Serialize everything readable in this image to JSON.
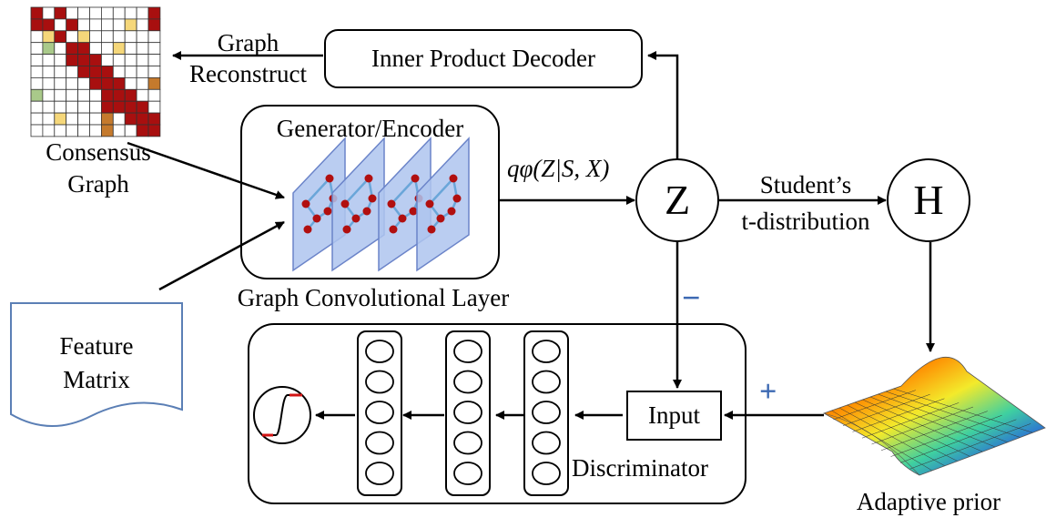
{
  "graph_reconstruct": {
    "line1": "Graph",
    "line2": "Reconstruct"
  },
  "decoder": {
    "label": "Inner Product Decoder"
  },
  "consensus": {
    "line1": "Consensus",
    "line2": "Graph"
  },
  "generator": {
    "label": "Generator/Encoder"
  },
  "gcl": {
    "label": "Graph Convolutional Layer"
  },
  "feature": {
    "line1": "Feature",
    "line2": "Matrix"
  },
  "q_label": "qφ(Z|S, X)",
  "z_node": "Z",
  "h_node": "H",
  "student": {
    "line1": "Student’s",
    "line2": "t-distribution"
  },
  "minus_sign": "−",
  "plus_sign": "+",
  "input_box": "Input",
  "discriminator": "Discriminator",
  "adaptive_prior": "Adaptive prior",
  "colors": {
    "blue_sign": "#3d6ab3",
    "node_red": "#b10f0f",
    "edge_blue": "#6aa6d9",
    "plane_fill": "#aec4ee",
    "matrix_red": "#a80f0f"
  },
  "icons": [
    "matrix-heatmap-icon",
    "gcn-layer-stack-icon",
    "document-icon",
    "sigmoid-icon",
    "gaussian-surface-icon"
  ]
}
